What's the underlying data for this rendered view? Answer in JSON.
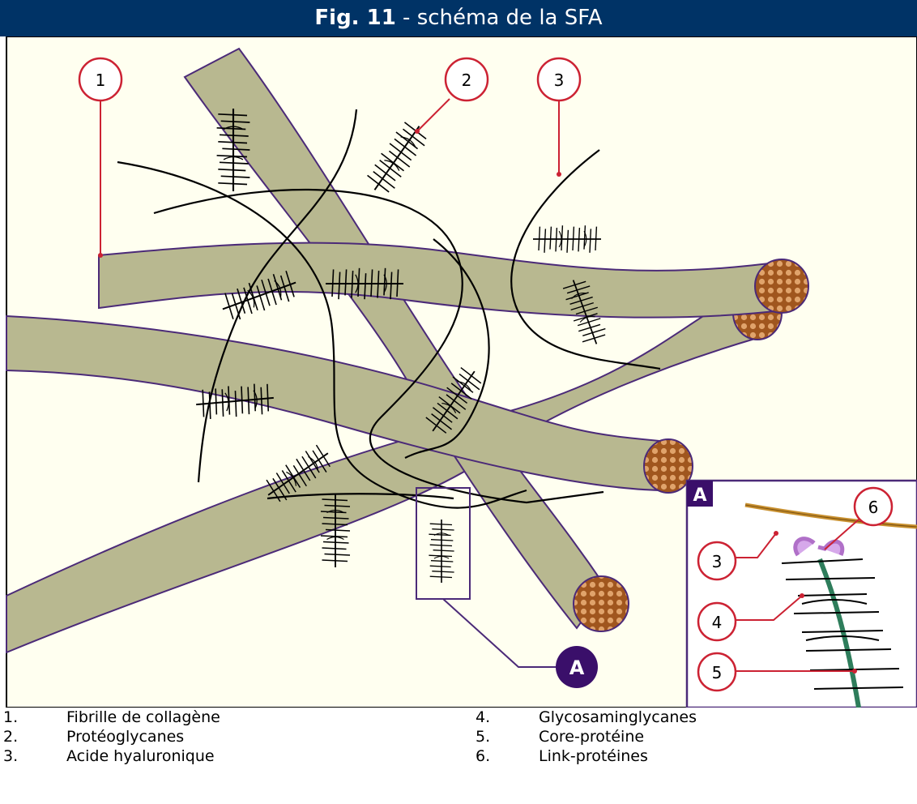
{
  "title": {
    "figure_number": "Fig. 11",
    "caption": " - schéma de la SFA"
  },
  "callouts": [
    "1",
    "2",
    "3",
    "A"
  ],
  "inset": {
    "label": "A",
    "callouts": [
      "3",
      "4",
      "5",
      "6"
    ]
  },
  "legend": [
    {
      "num": "1.",
      "text": "Fibrille de collagène"
    },
    {
      "num": "2.",
      "text": "Protéoglycanes"
    },
    {
      "num": "3.",
      "text": "Acide hyaluronique"
    },
    {
      "num": "4.",
      "text": "Glycosaminglycanes"
    },
    {
      "num": "5.",
      "text": "Core-protéine"
    },
    {
      "num": "6.",
      "text": "Link-protéines"
    }
  ],
  "colors": {
    "title_bar": "#003366",
    "background": "#fffff0",
    "fibril_fill": "#b8b890",
    "fibril_outline": "#4b2a78",
    "fibril_end": "#a0561e",
    "callout_ring": "#cc2233",
    "inset_core_protein": "#2e7d5b",
    "inset_hyaluronic": "#c8902f",
    "link_protein": "#b070c8",
    "badge": "#3a0f6a"
  },
  "icons": {
    "callout_marker": "circle-numbered",
    "fibril": "collagen-fibril-cylinder"
  }
}
